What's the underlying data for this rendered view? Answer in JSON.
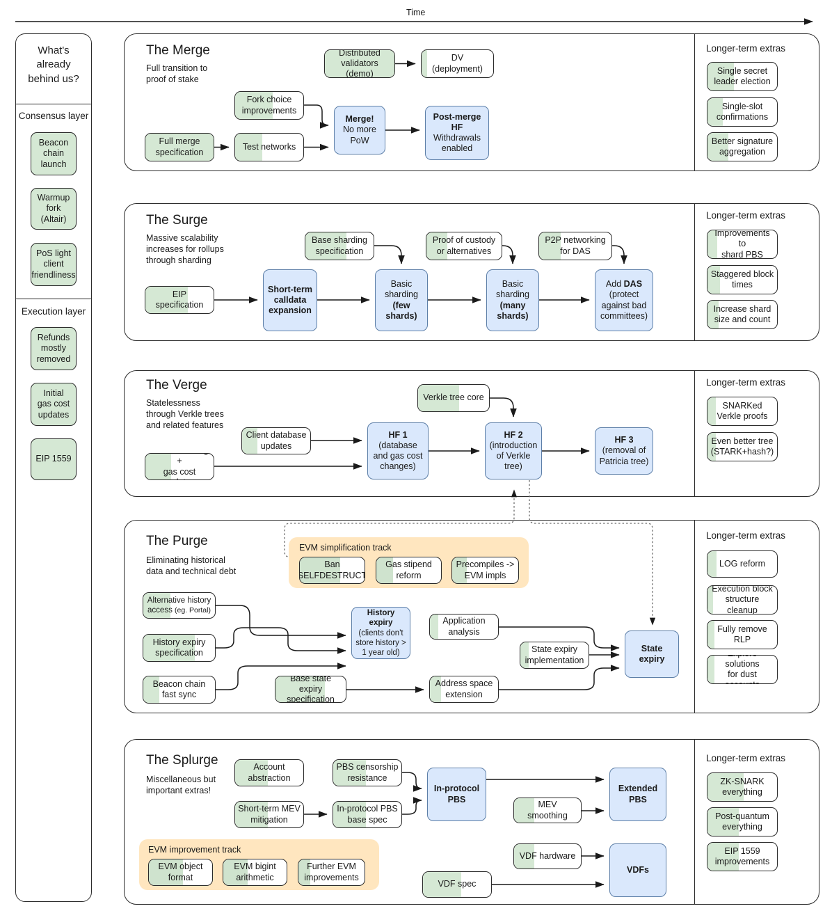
{
  "time_axis": {
    "label": "Time"
  },
  "sidebar": {
    "heading": "What's\nalready\nbehind us?",
    "groups": [
      {
        "label": "Consensus layer",
        "items": [
          {
            "label": "Beacon\nchain\nlaunch"
          },
          {
            "label": "Warmup fork\n(Altair)"
          },
          {
            "label": "PoS light\nclient\nfriendliness"
          }
        ]
      },
      {
        "label": "Execution layer",
        "items": [
          {
            "label": "Refunds\nmostly\nremoved"
          },
          {
            "label": "Initial\ngas cost\nupdates"
          },
          {
            "label": "EIP 1559"
          }
        ]
      }
    ]
  },
  "extras_heading": "Longer-term extras",
  "sections": [
    {
      "id": "merge",
      "title": "The Merge",
      "subtitle": "Full transition to\nproof of stake",
      "nodes": [
        {
          "id": "m-dv-demo",
          "label": "Distributed\nvalidators (demo)",
          "style": "green",
          "fill": 100
        },
        {
          "id": "m-dv-deploy",
          "label": "DV\n(deployment)",
          "style": "partial",
          "fill": 8
        },
        {
          "id": "m-fork",
          "label": "Fork choice\nimprovements",
          "style": "partial",
          "fill": 55
        },
        {
          "id": "m-spec",
          "label": "Full merge\nspecification",
          "style": "green",
          "fill": 100
        },
        {
          "id": "m-test",
          "label": "Test networks",
          "style": "partial",
          "fill": 40
        },
        {
          "id": "m-merge",
          "label": "Merge!\nNo more\nPoW",
          "style": "blue",
          "bold_lines": [
            0
          ]
        },
        {
          "id": "m-post",
          "label": "Post-merge\nHF\nWithdrawals\nenabled",
          "style": "blue",
          "bold_lines": [
            0,
            1
          ]
        }
      ],
      "extras": [
        {
          "label": "Single secret\nleader election",
          "fill": 38
        },
        {
          "label": "Single-slot\nconfirmations",
          "fill": 22
        },
        {
          "label": "Better signature\naggregation",
          "fill": 30
        }
      ]
    },
    {
      "id": "surge",
      "title": "The Surge",
      "subtitle": "Massive scalability\nincreases for rollups\nthrough sharding",
      "nodes": [
        {
          "id": "s-basespec",
          "label": "Base sharding\nspecification",
          "style": "partial",
          "fill": 60
        },
        {
          "id": "s-custody",
          "label": "Proof of custody\nor alternatives",
          "style": "partial",
          "fill": 28
        },
        {
          "id": "s-p2p",
          "label": "P2P networking\nfor DAS",
          "style": "partial",
          "fill": 30
        },
        {
          "id": "s-eip",
          "label": "EIP\nspecification",
          "style": "partial",
          "fill": 62
        },
        {
          "id": "s-calldata",
          "label": "Short-term\ncalldata\nexpansion",
          "style": "blue",
          "bold_lines": [
            0,
            1,
            2
          ]
        },
        {
          "id": "s-few",
          "label": "Basic\nsharding\n(few shards)",
          "style": "blue",
          "bold_lines": [
            2
          ]
        },
        {
          "id": "s-many",
          "label": "Basic\nsharding\n(many\nshards)",
          "style": "blue",
          "bold_lines": [
            2,
            3
          ]
        },
        {
          "id": "s-das",
          "label": "Add DAS\n(protect\nagainst bad\ncommittees)",
          "style": "blue",
          "bold_lines": [
            0
          ]
        }
      ],
      "extras": [
        {
          "label": "Improvements to\nshard PBS",
          "fill": 14
        },
        {
          "label": "Staggered block\ntimes",
          "fill": 18
        },
        {
          "label": "Increase shard\nsize and count",
          "fill": 16
        }
      ]
    },
    {
      "id": "verge",
      "title": "The Verge",
      "subtitle": "Statelessness\nthrough Verkle trees\nand related features",
      "nodes": [
        {
          "id": "v-verkle",
          "label": "Verkle tree core",
          "style": "partial",
          "fill": 58
        },
        {
          "id": "v-client",
          "label": "Client database\nupdates",
          "style": "partial",
          "fill": 22
        },
        {
          "id": "v-chunk",
          "label": "Code chunking +\ngas cost updates",
          "style": "partial",
          "fill": 38
        },
        {
          "id": "v-hf1",
          "label": "HF 1\n(database\nand gas cost\nchanges)",
          "style": "blue",
          "bold_lines": [
            0
          ]
        },
        {
          "id": "v-hf2",
          "label": "HF 2\n(introduction\nof Verkle\ntree)",
          "style": "blue",
          "bold_lines": [
            0
          ]
        },
        {
          "id": "v-hf3",
          "label": "HF 3\n(removal of\nPatricia tree)",
          "style": "blue",
          "bold_lines": [
            0
          ]
        }
      ],
      "extras": [
        {
          "label": "SNARKed\nVerkle proofs",
          "fill": 12
        },
        {
          "label": "Even better tree\n(STARK+hash?)",
          "fill": 12
        }
      ]
    },
    {
      "id": "purge",
      "title": "The Purge",
      "subtitle": "Eliminating historical\ndata and technical debt",
      "track": {
        "label": "EVM simplification track",
        "items": [
          {
            "label": "Ban\nSELFDESTRUCT",
            "fill": 62
          },
          {
            "label": "Gas stipend\nreform",
            "fill": 26
          },
          {
            "label": "Precompiles ->\nEVM impls",
            "fill": 22
          }
        ]
      },
      "nodes": [
        {
          "id": "p-alt",
          "label": "Alternative history\naccess (eg. Portal)",
          "style": "partial",
          "fill": 38,
          "small_tail": true
        },
        {
          "id": "p-hexspec",
          "label": "History expiry\nspecification",
          "style": "partial",
          "fill": 72
        },
        {
          "id": "p-beacon",
          "label": "Beacon chain\nfast sync",
          "style": "partial",
          "fill": 22
        },
        {
          "id": "p-hexpiry",
          "label": "History expiry\n(clients don't\nstore history >\n1 year old)",
          "style": "blue",
          "bold_lines": [
            0
          ]
        },
        {
          "id": "p-app",
          "label": "Application\nanalysis",
          "style": "partial",
          "fill": 12
        },
        {
          "id": "p-basestate",
          "label": "Base state expiry\nspecification",
          "style": "partial",
          "fill": 70
        },
        {
          "id": "p-addr",
          "label": "Address space\nextension",
          "style": "partial",
          "fill": 16
        },
        {
          "id": "p-stateimpl",
          "label": "State expiry\nimplementation",
          "style": "partial",
          "fill": 12
        },
        {
          "id": "p-state",
          "label": "State expiry",
          "style": "blue",
          "bold_lines": [
            0
          ]
        }
      ],
      "extras": [
        {
          "label": "LOG reform",
          "fill": 13
        },
        {
          "label": "Execution block\nstructure cleanup",
          "fill": 8
        },
        {
          "label": "Fully remove\nRLP",
          "fill": 10
        },
        {
          "label": "Explore solutions\nfor dust accounts",
          "fill": 10
        }
      ]
    },
    {
      "id": "splurge",
      "title": "The Splurge",
      "subtitle": "Miscellaneous but\nimportant extras!",
      "track": {
        "label": "EVM improvement track",
        "items": [
          {
            "label": "EVM object\nformat",
            "fill": 54
          },
          {
            "label": "EVM bigint\narithmetic",
            "fill": 38
          },
          {
            "label": "Further EVM\nimprovements",
            "fill": 18
          }
        ]
      },
      "nodes": [
        {
          "id": "sp-aa",
          "label": "Account\nabstraction",
          "style": "partial",
          "fill": 48
        },
        {
          "id": "sp-pbscens",
          "label": "PBS censorship\nresistance",
          "style": "partial",
          "fill": 48
        },
        {
          "id": "sp-mev",
          "label": "Short-term MEV\nmitigation",
          "style": "partial",
          "fill": 48
        },
        {
          "id": "sp-pbsbase",
          "label": "In-protocol PBS\nbase spec",
          "style": "partial",
          "fill": 48
        },
        {
          "id": "sp-inpbs",
          "label": "In-protocol\nPBS",
          "style": "blue",
          "bold_lines": [
            0,
            1
          ]
        },
        {
          "id": "sp-mevsm",
          "label": "MEV smoothing",
          "style": "partial",
          "fill": 30
        },
        {
          "id": "sp-extpbs",
          "label": "Extended\nPBS",
          "style": "blue",
          "bold_lines": [
            0,
            1
          ]
        },
        {
          "id": "sp-vdfhw",
          "label": "VDF hardware",
          "style": "partial",
          "fill": 30
        },
        {
          "id": "sp-vdfspec",
          "label": "VDF spec",
          "style": "partial",
          "fill": 56
        },
        {
          "id": "sp-vdfs",
          "label": "VDFs",
          "style": "blue",
          "bold_lines": [
            0
          ]
        }
      ],
      "extras": [
        {
          "label": "ZK-SNARK\neverything",
          "fill": 52
        },
        {
          "label": "Post-quantum\neverything",
          "fill": 45
        },
        {
          "label": "EIP 1559\nimprovements",
          "fill": 45
        }
      ]
    }
  ],
  "colors": {
    "green_fill": "#d5e8d4",
    "blue_fill": "#dae8fc",
    "blue_border": "#5d7fa8",
    "amber_track": "#ffe6bf",
    "stroke": "#2b2b2b"
  }
}
